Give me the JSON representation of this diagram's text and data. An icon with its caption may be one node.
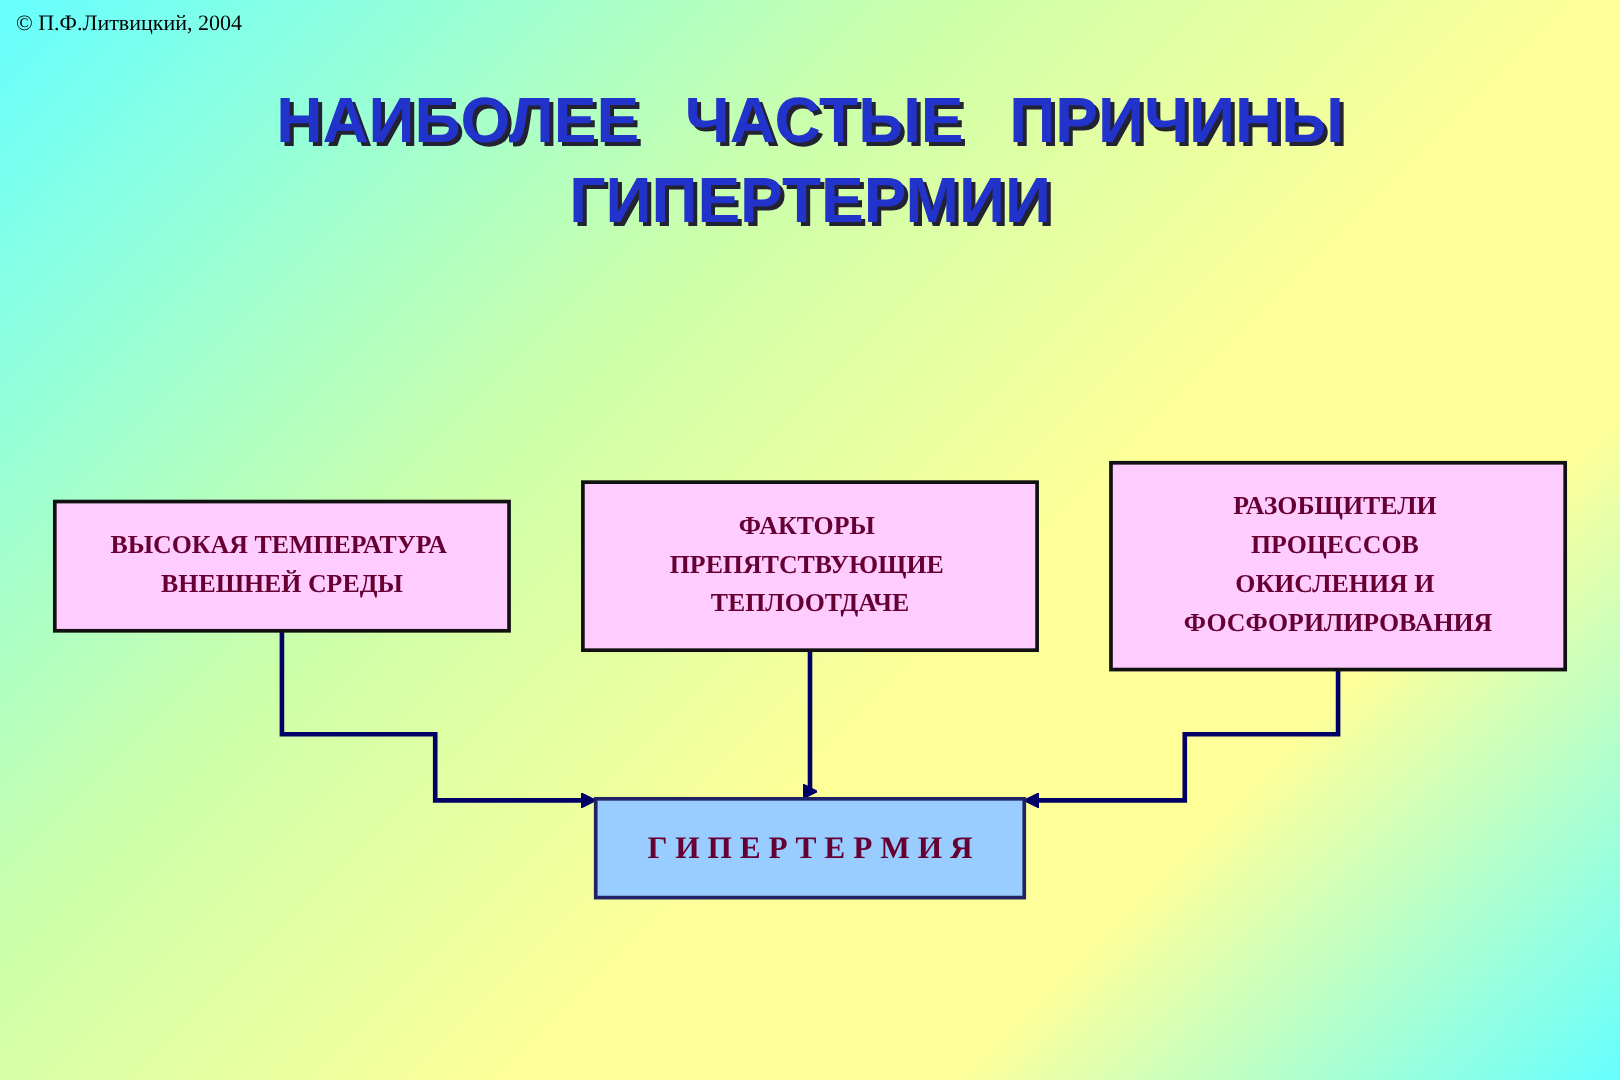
{
  "diagram": {
    "title": "НАИБОЛЕЕ ЧАСТЫЕ ПРИЧИНЫ ГИПЕРТЕРМИИ",
    "nodes": [
      {
        "text": [
          "ВЫСОКАЯ ТЕМПЕРАТУРА ВНЕШНЕЙ СРЕДЫ"
        ]
      },
      {
        "text": [
          "ФАКТОРЫ ПРЕПЯТСТВУЮЩИЕ ТЕПЛООТДАЧЕ"
        ]
      },
      {
        "text": [
          "РАЗОБЩИТЕЛИ ПРОЦЕССОВ ОКИСЛЕНИЯ И ФОСФОРИЛИРОВАНИЯ"
        ]
      },
      {
        "text": [
          "Г И П Е Р Т Е Р М И Я"
        ]
      }
    ],
    "edges": [
      {
        "from": 0,
        "to": 3,
        "arrow": "to"
      },
      {
        "from": 1,
        "to": 3,
        "arrow": "to"
      },
      {
        "from": 2,
        "to": 3,
        "arrow": "to"
      }
    ],
    "labels": [
      "© П.Ф.Литвицкий, 2004"
    ]
  }
}
